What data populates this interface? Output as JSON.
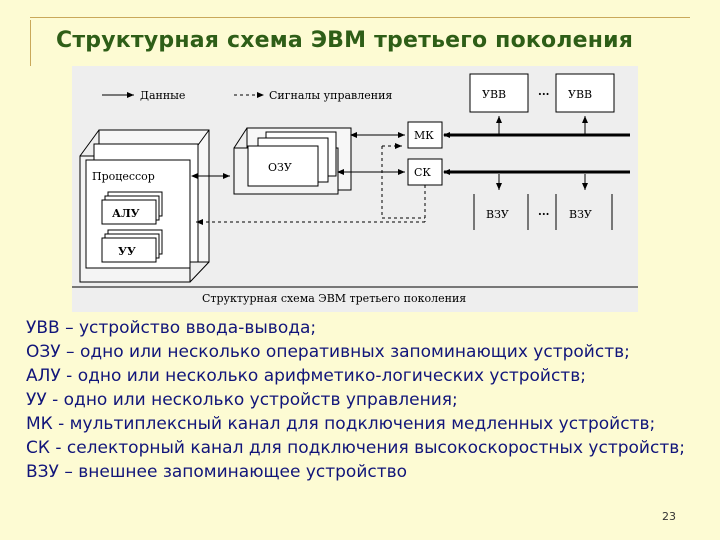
{
  "slide": {
    "title": "Структурная схема ЭВМ третьего поколения",
    "page_number": "23"
  },
  "diagram": {
    "legend": {
      "data": "Данные",
      "control": "Сигналы управления"
    },
    "blocks": {
      "processor": "Процессор",
      "alu": "АЛУ",
      "cu": "УУ",
      "ram": "ОЗУ",
      "mk": "МК",
      "sk": "СК",
      "io1": "УВВ",
      "io2": "УВВ",
      "ext1": "ВЗУ",
      "ext2": "ВЗУ",
      "dots_top": "···",
      "dots_bottom": "···"
    },
    "caption": "Структурная схема ЭВМ третьего поколения"
  },
  "definitions": [
    "УВВ – устройство ввода-вывода;",
    "ОЗУ – одно или несколько оперативных запоминающих устройств;",
    "АЛУ - одно или несколько арифметико-логических устройств;",
    "УУ - одно или несколько устройств управления;",
    "МК - мультиплексный канал для подключения медленных устройств;",
    "СК - селекторный канал для подключения высокоскоростных устройств;",
    "ВЗУ – внешнее запоминающее устройство"
  ]
}
